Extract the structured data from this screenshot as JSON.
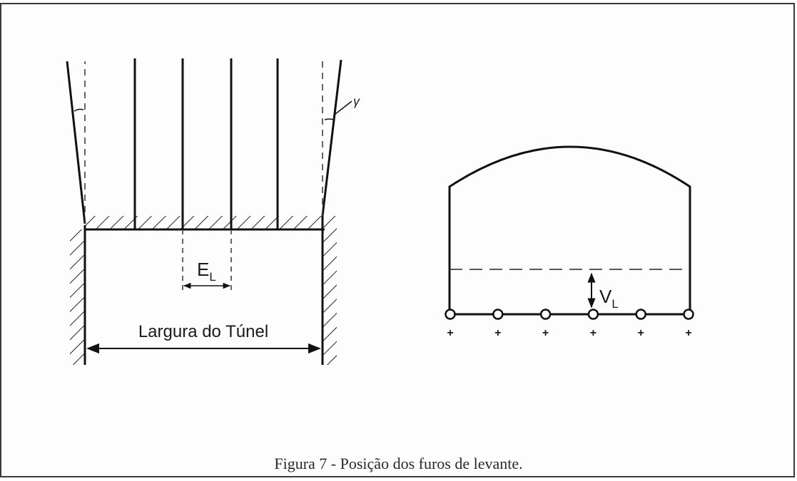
{
  "figure": {
    "caption": "Figura 7 - Posição dos furos de levante."
  },
  "left_diagram": {
    "gamma_label": "γ",
    "spacing_label_main": "E",
    "spacing_label_sub": "L",
    "width_label": "Largura do Túnel"
  },
  "right_diagram": {
    "burden_label_main": "V",
    "burden_label_sub": "L",
    "hole_count": 6,
    "hole_marker": "+"
  }
}
